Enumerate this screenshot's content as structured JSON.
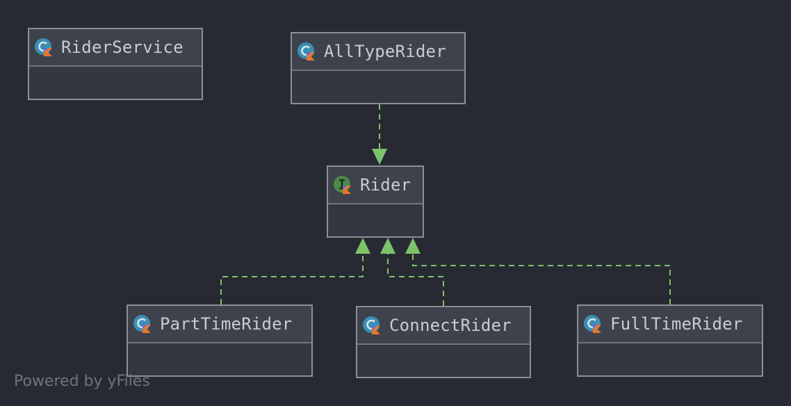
{
  "diagram": {
    "nodes": [
      {
        "id": "rider-service",
        "label": "RiderService",
        "kind": "class",
        "icon": "kotlin-class-icon"
      },
      {
        "id": "all-type-rider",
        "label": "AllTypeRider",
        "kind": "class",
        "icon": "kotlin-class-icon"
      },
      {
        "id": "rider",
        "label": "Rider",
        "kind": "interface",
        "icon": "kotlin-interface-icon"
      },
      {
        "id": "part-time-rider",
        "label": "PartTimeRider",
        "kind": "class",
        "icon": "kotlin-class-icon"
      },
      {
        "id": "connect-rider",
        "label": "ConnectRider",
        "kind": "class",
        "icon": "kotlin-class-icon"
      },
      {
        "id": "full-time-rider",
        "label": "FullTimeRider",
        "kind": "class",
        "icon": "kotlin-class-icon"
      }
    ],
    "edges": [
      {
        "from": "AllTypeRider",
        "to": "Rider",
        "type": "implements",
        "style": "dashed"
      },
      {
        "from": "PartTimeRider",
        "to": "Rider",
        "type": "implements",
        "style": "dashed"
      },
      {
        "from": "ConnectRider",
        "to": "Rider",
        "type": "implements",
        "style": "dashed"
      },
      {
        "from": "FullTimeRider",
        "to": "Rider",
        "type": "implements",
        "style": "dashed"
      }
    ],
    "colors": {
      "background": "#272a33",
      "edge": "#7dc36b",
      "class_icon": "#3b8fb5",
      "interface_icon": "#4e8a4a"
    }
  },
  "footer": {
    "watermark": "Powered by yFiles"
  }
}
